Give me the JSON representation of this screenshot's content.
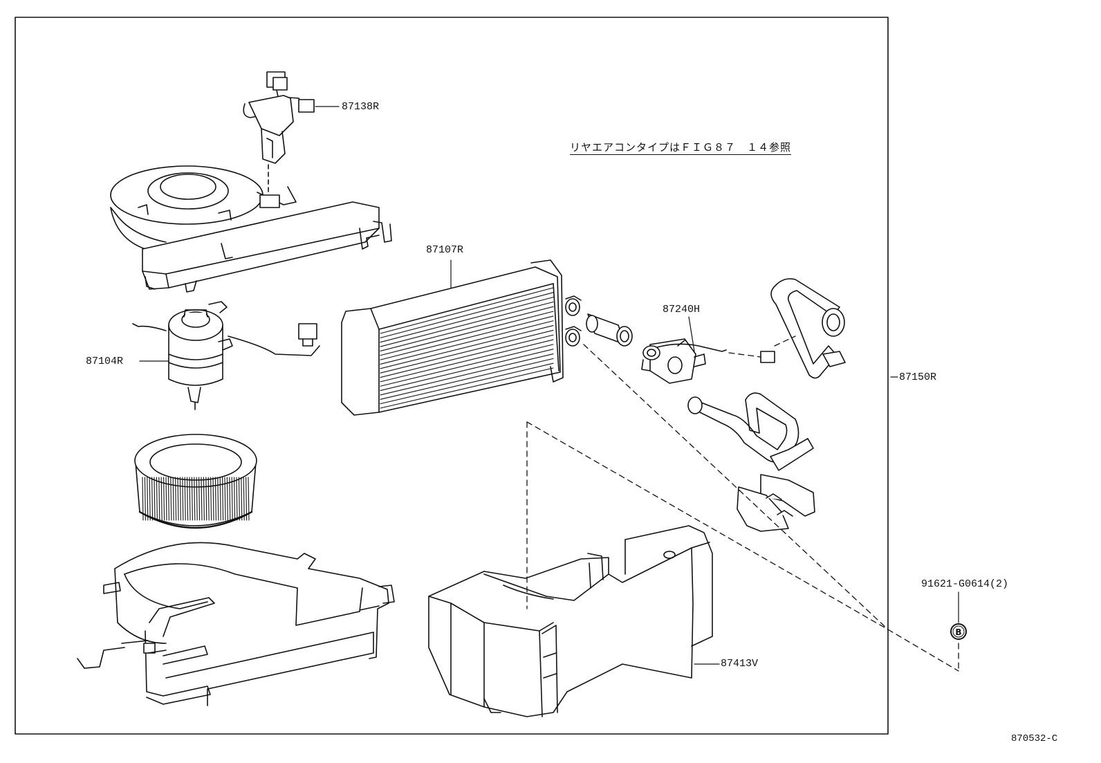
{
  "note": "リヤエアコンタイプはＦＩＧ８７　１４参照",
  "parts": {
    "p87138R": "87138R",
    "p87107R": "87107R",
    "p87240H": "87240H",
    "p87104R": "87104R",
    "p87150R": "87150R",
    "p91621": "91621-G0614(2)",
    "p87413V": "87413V"
  },
  "bolt_symbol": "B",
  "figure_code": "870532-C",
  "colors": {
    "line": "#111111",
    "background": "#ffffff"
  }
}
